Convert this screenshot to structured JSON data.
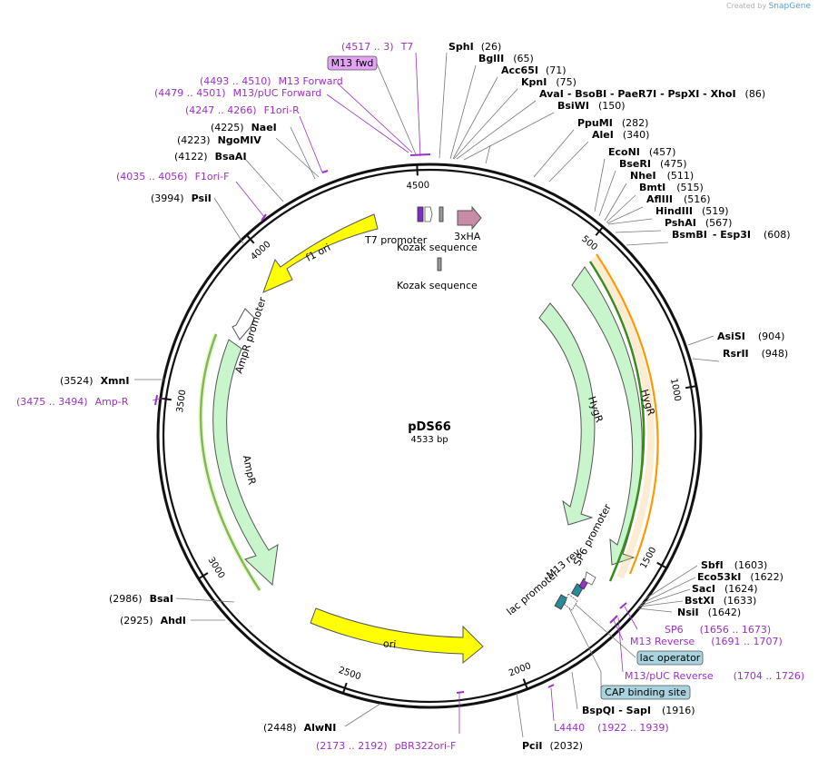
{
  "credit": {
    "prefix": "Created by",
    "brand": "SnapGene"
  },
  "plasmid": {
    "name": "pDS66",
    "size_label": "4533 bp",
    "length": 4533
  },
  "colors": {
    "ring": "#111111",
    "primer": "#9b30c8",
    "feature_green": "#c8f5cc",
    "feature_yellow": "#ffff00",
    "orf_orange": "#ff9900",
    "orf_green": "#3a8c1c",
    "tag_mauve": "#c88ca8",
    "box_blue": "#a9d3df",
    "box_purple": "#e3a3f5"
  },
  "ticks": [
    {
      "pos": 500,
      "label": "500"
    },
    {
      "pos": 1000,
      "label": "1000"
    },
    {
      "pos": 1500,
      "label": "1500"
    },
    {
      "pos": 2000,
      "label": "2000"
    },
    {
      "pos": 2500,
      "label": "2500"
    },
    {
      "pos": 3000,
      "label": "3000"
    },
    {
      "pos": 3500,
      "label": "3500"
    },
    {
      "pos": 4000,
      "label": "4000"
    },
    {
      "pos": 4500,
      "label": "4500"
    }
  ],
  "enzymes": [
    {
      "id": "e1",
      "name": "SphI",
      "pos": "(26)"
    },
    {
      "id": "e2",
      "name": "BglII",
      "pos": "(65)"
    },
    {
      "id": "e3",
      "name": "Acc65I",
      "pos": "(71)"
    },
    {
      "id": "e4",
      "name": "KpnI",
      "pos": "(75)"
    },
    {
      "id": "e5",
      "name": "AvaI",
      "extra": "- BsoBI - PaeR7I - PspXI - XhoI",
      "pos": "(86)"
    },
    {
      "id": "e6",
      "name": "BsiWI",
      "pos": "(150)"
    },
    {
      "id": "e7",
      "name": "PpuMI",
      "pos": "(282)"
    },
    {
      "id": "e8",
      "name": "AleI",
      "pos": "(340)"
    },
    {
      "id": "e9",
      "name": "EcoNI",
      "pos": "(457)"
    },
    {
      "id": "e10",
      "name": "BseRI",
      "pos": "(475)"
    },
    {
      "id": "e11",
      "name": "NheI",
      "pos": "(511)"
    },
    {
      "id": "e12",
      "name": "BmtI",
      "pos": "(515)"
    },
    {
      "id": "e13",
      "name": "AflIII",
      "pos": "(516)"
    },
    {
      "id": "e14",
      "name": "HindIII",
      "pos": "(519)"
    },
    {
      "id": "e15",
      "name": "PshAI",
      "pos": "(567)"
    },
    {
      "id": "e16",
      "name": "BsmBI",
      "extra": "- Esp3I",
      "pos": "(608)"
    },
    {
      "id": "e17",
      "name": "AsiSI",
      "pos": "(904)"
    },
    {
      "id": "e18",
      "name": "RsrII",
      "pos": "(948)"
    },
    {
      "id": "e19",
      "name": "SbfI",
      "pos": "(1603)"
    },
    {
      "id": "e20",
      "name": "Eco53kI",
      "pos": "(1622)"
    },
    {
      "id": "e21",
      "name": "SacI",
      "pos": "(1624)"
    },
    {
      "id": "e22",
      "name": "BstXI",
      "pos": "(1633)"
    },
    {
      "id": "e23",
      "name": "NsiI",
      "pos": "(1642)"
    },
    {
      "id": "e24",
      "name": "BspQI",
      "extra": "- SapI",
      "pos": "(1916)"
    },
    {
      "id": "e25",
      "name": "PciI",
      "pos": "(2032)"
    },
    {
      "id": "e26",
      "name": "AlwNI",
      "pos": "(2448)"
    },
    {
      "id": "e27",
      "name": "AhdI",
      "pos": "(2925)"
    },
    {
      "id": "e28",
      "name": "BsaI",
      "pos": "(2986)"
    },
    {
      "id": "e29",
      "name": "XmnI",
      "pos": "(3524)"
    },
    {
      "id": "e30",
      "name": "PsiI",
      "pos": "(3994)"
    },
    {
      "id": "e31",
      "name": "BsaAI",
      "pos": "(4122)"
    },
    {
      "id": "e32",
      "name": "NgoMIV",
      "pos": "(4223)"
    },
    {
      "id": "e33",
      "name": "NaeI",
      "pos": "(4225)"
    }
  ],
  "primers": [
    {
      "id": "p1",
      "range": "(4517 .. 3)",
      "name": "T7"
    },
    {
      "id": "p2",
      "range": "(4493 .. 4510)",
      "name": "M13 Forward"
    },
    {
      "id": "p3",
      "range": "(4479 .. 4501)",
      "name": "M13/pUC Forward"
    },
    {
      "id": "p4",
      "range": "(4247 .. 4266)",
      "name": "F1ori-R"
    },
    {
      "id": "p5",
      "range": "(4035 .. 4056)",
      "name": "F1ori-F"
    },
    {
      "id": "p6",
      "range": "(3475 .. 3494)",
      "name": "Amp-R"
    },
    {
      "id": "p7",
      "name": "SP6",
      "range": "(1656 .. 1673)"
    },
    {
      "id": "p8",
      "name": "M13 Reverse",
      "range": "(1691 .. 1707)"
    },
    {
      "id": "p9",
      "name": "M13/pUC Reverse",
      "range": "(1704 .. 1726)"
    },
    {
      "id": "p10",
      "name": "L4440",
      "range": "(1922 .. 1939)"
    },
    {
      "id": "p11",
      "range": "(2173 .. 2192)",
      "name": "pBR322ori-F"
    }
  ],
  "boxes": {
    "m13fwd": "M13 fwd",
    "lac_operator": "lac operator",
    "cap_site": "CAP binding site"
  },
  "features": {
    "t7_promoter": "T7 promoter",
    "kozak1": "Kozak sequence",
    "kozak2": "Kozak sequence",
    "ha": "3xHA",
    "f1_ori": "f1 ori",
    "ampr_promoter": "AmpR promoter",
    "ampr": "AmpR",
    "ori": "ori",
    "hygr_inner": "HygR",
    "hygr_outer": "HygR",
    "sp6_promoter": "SP6 promoter",
    "m13_rev": "M13 rev",
    "lac_promoter": "lac promoter"
  }
}
